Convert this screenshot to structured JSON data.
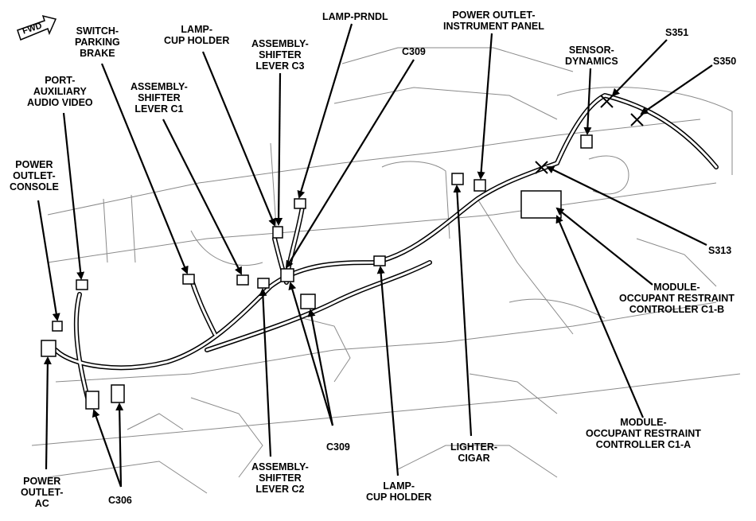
{
  "fwd": "FWD",
  "labels": {
    "switch_parking_brake": [
      "SWITCH-",
      "PARKING",
      "BRAKE"
    ],
    "lamp_cup_holder_top": [
      "LAMP-",
      "CUP HOLDER"
    ],
    "assembly_shifter_c3": [
      "ASSEMBLY-",
      "SHIFTER",
      "LEVER C3"
    ],
    "lamp_prndl": [
      "LAMP-PRNDL"
    ],
    "c309_top": [
      "C309"
    ],
    "power_outlet_ip": [
      "POWER OUTLET-",
      "INSTRUMENT PANEL"
    ],
    "sensor_dynamics": [
      "SENSOR-",
      "DYNAMICS"
    ],
    "s351": [
      "S351"
    ],
    "s350": [
      "S350"
    ],
    "port_aux": [
      "PORT-",
      "AUXILIARY",
      "AUDIO VIDEO"
    ],
    "assembly_shifter_c1": [
      "ASSEMBLY-",
      "SHIFTER",
      "LEVER C1"
    ],
    "power_outlet_console": [
      "POWER",
      "OUTLET-",
      "CONSOLE"
    ],
    "s313": [
      "S313"
    ],
    "orc_c1b": [
      "MODULE-",
      "OCCUPANT RESTRAINT",
      "CONTROLLER C1-B"
    ],
    "orc_c1a": [
      "MODULE-",
      "OCCUPANT RESTRAINT",
      "CONTROLLER C1-A"
    ],
    "lighter_cigar": [
      "LIGHTER-",
      "CIGAR"
    ],
    "c309_bottom": [
      "C309"
    ],
    "assembly_shifter_c2": [
      "ASSEMBLY-",
      "SHIFTER",
      "LEVER C2"
    ],
    "lamp_cup_holder_bottom": [
      "LAMP-",
      "CUP HOLDER"
    ],
    "c306": [
      "C306"
    ],
    "power_outlet_ac": [
      "POWER",
      "OUTLET-",
      "AC"
    ]
  }
}
